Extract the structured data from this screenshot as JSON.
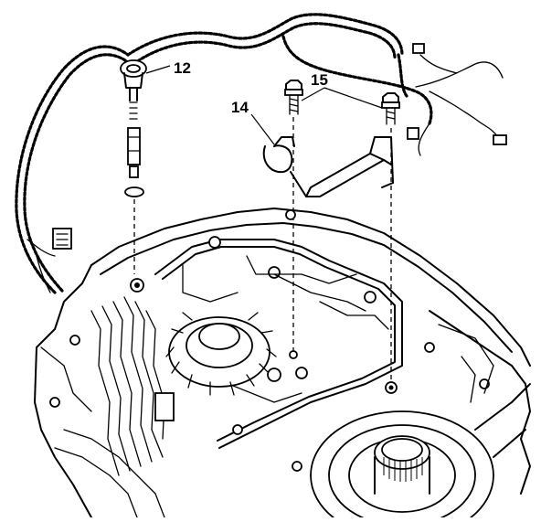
{
  "callouts": {
    "label_12": "12",
    "label_14": "14",
    "label_15": "15"
  },
  "colors": {
    "ink": "#000000",
    "paper": "#ffffff"
  }
}
